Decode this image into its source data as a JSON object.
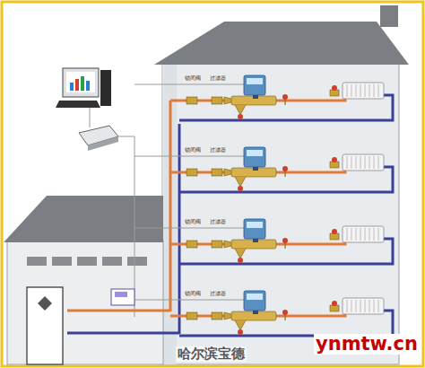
{
  "diagram": {
    "labels": [
      "锁闭阀",
      "过滤器",
      "锁闭阀",
      "过滤器",
      "锁闭阀",
      "过滤器",
      "锁闭阀",
      "过滤器",
      "哈尔滨宝德",
      "ynmtw.cn"
    ]
  }
}
